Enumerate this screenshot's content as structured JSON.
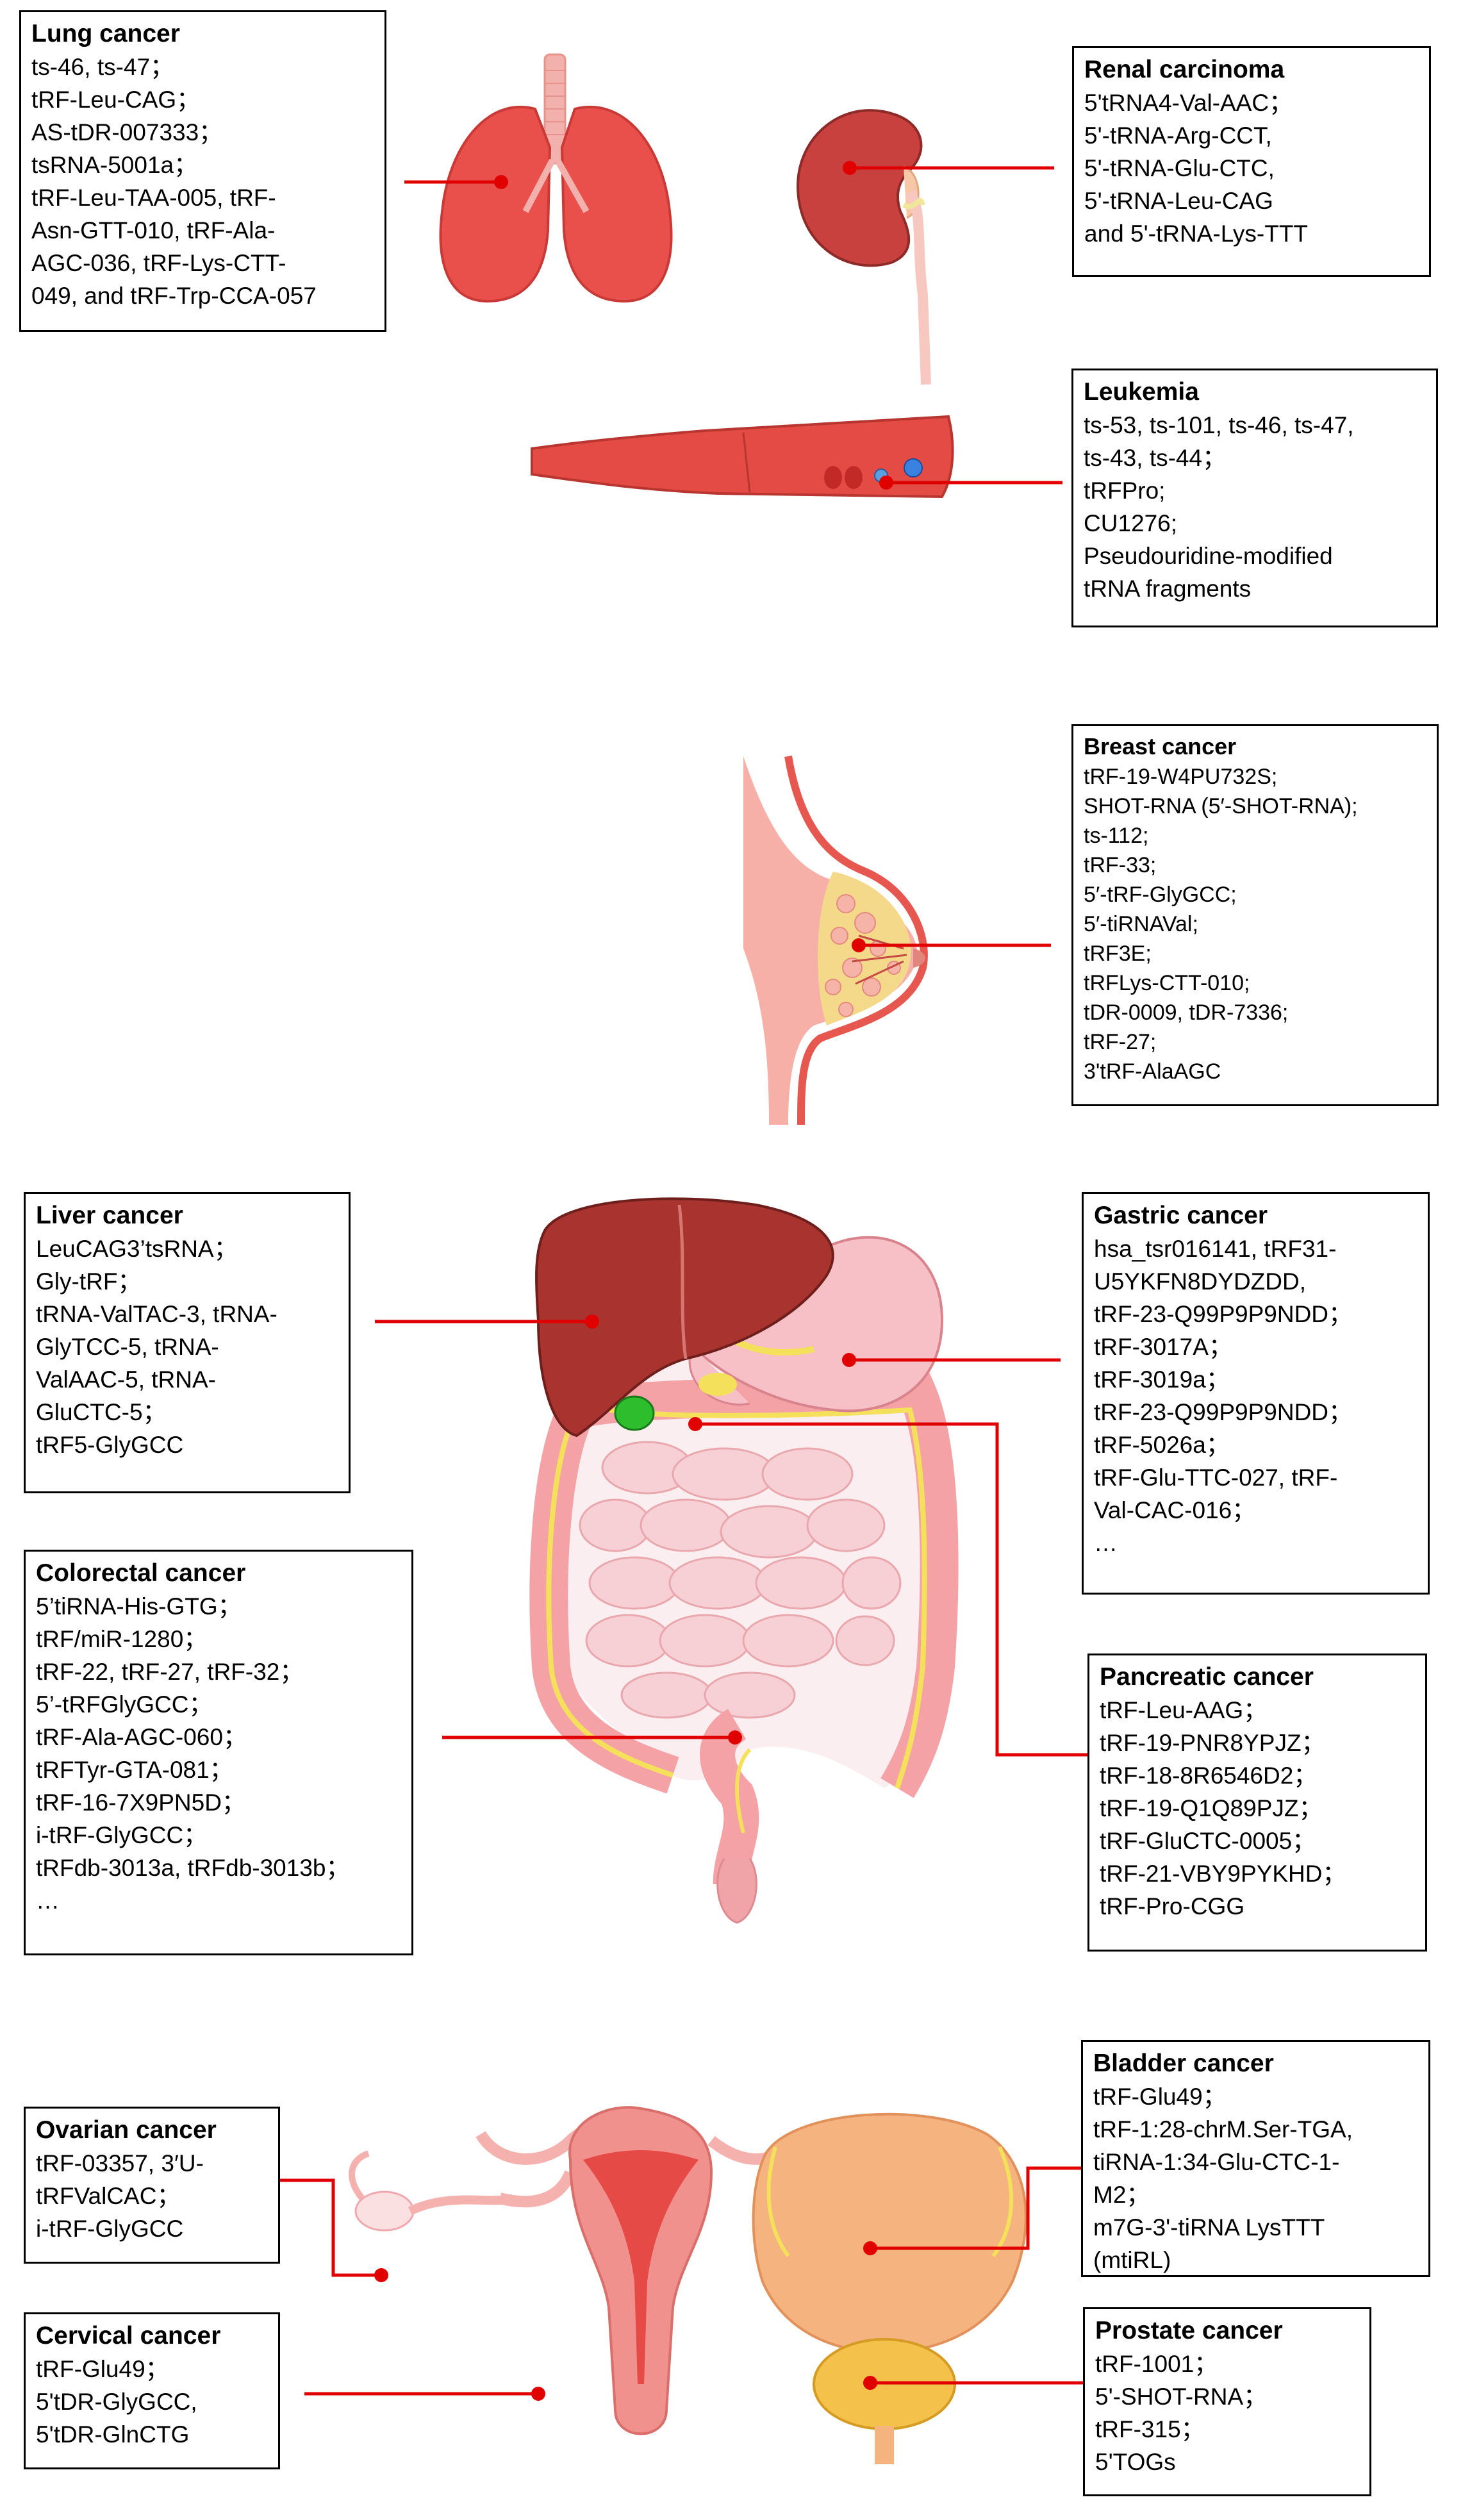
{
  "boxes": {
    "lung": {
      "title": "Lung cancer",
      "lines": [
        "ts-46, ts-47；",
        "tRF-Leu-CAG；",
        "AS-tDR-007333；",
        "tsRNA-5001a；",
        "tRF-Leu-TAA-005, tRF-",
        "Asn-GTT-010, tRF-Ala-",
        "AGC-036, tRF-Lys-CTT-",
        "049, and tRF-Trp-CCA-057"
      ]
    },
    "renal": {
      "title": "Renal carcinoma",
      "lines": [
        "5'tRNA4-Val-AAC；",
        "5'-tRNA-Arg-CCT,",
        "5'-tRNA-Glu-CTC,",
        "5'-tRNA-Leu-CAG",
        "and 5'-tRNA-Lys-TTT"
      ]
    },
    "leukemia": {
      "title": "Leukemia",
      "lines": [
        "ts-53, ts-101, ts-46, ts-47,",
        "ts-43, ts-44；",
        "tRFPro;",
        "CU1276;",
        "Pseudouridine-modified",
        "tRNA fragments"
      ]
    },
    "breast": {
      "title": "Breast cancer",
      "lines": [
        "tRF-19-W4PU732S;",
        "SHOT-RNA (5′-SHOT-RNA);",
        "ts-112;",
        "tRF-33;",
        "5′-tRF-GlyGCC;",
        "5′-tiRNAVal;",
        "tRF3E;",
        "tRFLys-CTT-010;",
        "tDR-0009, tDR-7336;",
        "tRF-27;",
        "3'tRF-AlaAGC"
      ]
    },
    "liver": {
      "title": "Liver cancer",
      "lines": [
        "LeuCAG3’tsRNA；",
        "Gly-tRF；",
        "tRNA-ValTAC-3, tRNA-",
        "GlyTCC-5, tRNA-",
        "ValAAC-5, tRNA-",
        "GluCTC-5；",
        "tRF5-GlyGCC"
      ]
    },
    "gastric": {
      "title": "Gastric cancer",
      "lines": [
        "hsa_tsr016141, tRF31-",
        "U5YKFN8DYDZDD,",
        "tRF-23-Q99P9P9NDD；",
        "tRF-3017A；",
        "tRF-3019a；",
        "tRF-23-Q99P9P9NDD；",
        "tRF-5026a；",
        "tRF-Glu-TTC-027, tRF-",
        "Val-CAC-016；",
        "…"
      ]
    },
    "colorectal": {
      "title": "Colorectal cancer",
      "lines": [
        "5’tiRNA-His-GTG；",
        "tRF/miR-1280；",
        "tRF-22, tRF-27, tRF-32；",
        "5’-tRFGlyGCC；",
        "tRF-Ala-AGC-060；",
        "tRFTyr-GTA-081；",
        "tRF-16-7X9PN5D；",
        "i-tRF-GlyGCC；",
        "tRFdb-3013a, tRFdb-3013b；",
        "…"
      ]
    },
    "pancreatic": {
      "title": "Pancreatic cancer",
      "lines": [
        "tRF-Leu-AAG；",
        "tRF-19-PNR8YPJZ；",
        "tRF-18-8R6546D2；",
        "tRF-19-Q1Q89PJZ；",
        "tRF-GluCTC-0005；",
        "tRF-21-VBY9PYKHD；",
        "tRF-Pro-CGG"
      ]
    },
    "ovarian": {
      "title": "Ovarian cancer",
      "lines": [
        "tRF-03357, 3′U-",
        "tRFValCAC；",
        "i-tRF-GlyGCC"
      ]
    },
    "cervical": {
      "title": "Cervical cancer",
      "lines": [
        "tRF-Glu49；",
        "5'tDR-GlyGCC,",
        "5'tDR-GlnCTG"
      ]
    },
    "bladder": {
      "title": "Bladder cancer",
      "lines": [
        "tRF-Glu49；",
        "tRF-1:28-chrM.Ser-TGA,",
        "tiRNA-1:34-Glu-CTC-1-",
        "M2；",
        "m7G-3'-tiRNA LysTTT",
        "(mtiRL)"
      ]
    },
    "prostate": {
      "title": "Prostate cancer",
      "lines": [
        "tRF-1001；",
        "5'-SHOT-RNA；",
        "tRF-315；",
        "5'TOGs"
      ]
    }
  },
  "colors": {
    "pointer": "#e00000",
    "organ_red": "#e84b4b",
    "organ_pink": "#f7a9a8",
    "liver": "#a8332f",
    "bile": "#f1e44e",
    "gall": "#2dbd2d"
  }
}
